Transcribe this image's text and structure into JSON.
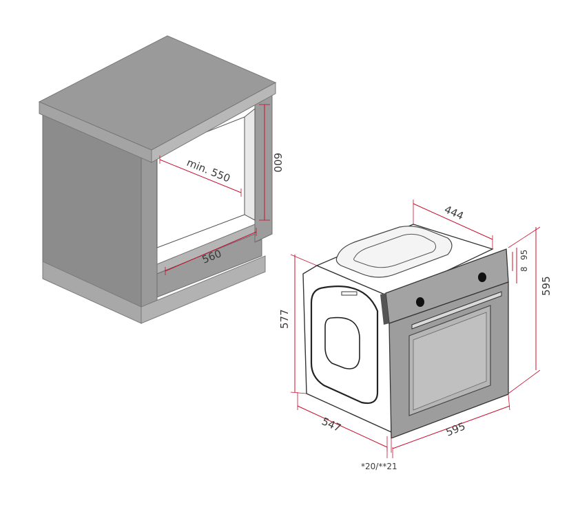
{
  "cabinet": {
    "depth_min": "min. 550",
    "width": "560",
    "height": "600"
  },
  "oven": {
    "top_depth": "444",
    "height_total": "595",
    "height_body": "577",
    "panel_offset": "8",
    "panel_height": "95",
    "depth": "547",
    "width": "595",
    "door_note": "*20/**21"
  },
  "colors": {
    "dimension_line": "#c8102e",
    "cabinet_side": "#8d8d8d",
    "cabinet_top": "#9a9a9a",
    "oven_panel": "#999999"
  }
}
